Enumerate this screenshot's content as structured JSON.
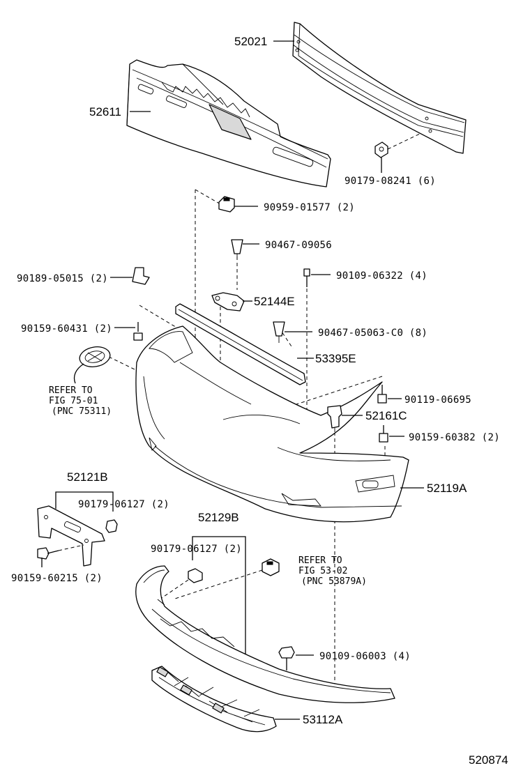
{
  "diagram": {
    "figure_number": "520874",
    "parts": [
      {
        "id": "p52021",
        "label": "52021"
      },
      {
        "id": "p52611",
        "label": "52611"
      },
      {
        "id": "p90179_08241",
        "label": "90179-08241 (6)"
      },
      {
        "id": "p90959_01577",
        "label": "90959-01577 (2)"
      },
      {
        "id": "p90467_09056",
        "label": "90467-09056"
      },
      {
        "id": "p90189_05015",
        "label": "90189-05015 (2)"
      },
      {
        "id": "p90109_06322",
        "label": "90109-06322 (4)"
      },
      {
        "id": "p52144E",
        "label": "52144E"
      },
      {
        "id": "p90159_60431",
        "label": "90159-60431 (2)"
      },
      {
        "id": "p90467_05063",
        "label": "90467-05063-C0 (8)"
      },
      {
        "id": "p53395E",
        "label": "53395E"
      },
      {
        "id": "p90119_06695",
        "label": "90119-06695"
      },
      {
        "id": "p52161C",
        "label": "52161C"
      },
      {
        "id": "p90159_60382",
        "label": "90159-60382 (2)"
      },
      {
        "id": "p52119A",
        "label": "52119A"
      },
      {
        "id": "p52121B",
        "label": "52121B"
      },
      {
        "id": "p90179_06127a",
        "label": "90179-06127 (2)"
      },
      {
        "id": "p90159_60215",
        "label": "90159-60215 (2)"
      },
      {
        "id": "p52129B",
        "label": "52129B"
      },
      {
        "id": "p90179_06127b",
        "label": "90179-06127 (2)"
      },
      {
        "id": "p90109_06003",
        "label": "90109-06003 (4)"
      },
      {
        "id": "p53112A",
        "label": "53112A"
      }
    ],
    "references": [
      {
        "lines": [
          "REFER TO",
          "FIG 75-01",
          "(PNC 75311)"
        ]
      },
      {
        "lines": [
          "REFER TO",
          "FIG 53-02",
          "(PNC 53879A)"
        ]
      }
    ]
  }
}
